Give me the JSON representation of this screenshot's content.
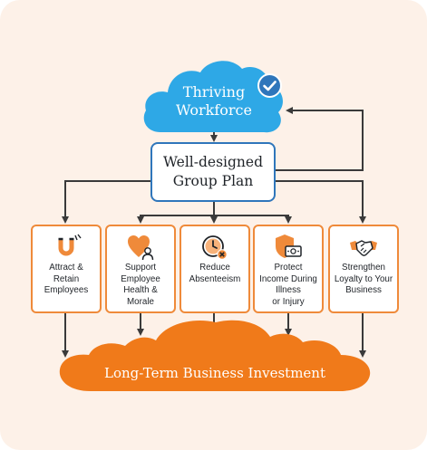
{
  "diagram": {
    "top_cloud_lines": [
      "Thriving",
      "Workforce"
    ],
    "plan_lines": [
      "Well-designed",
      "Group Plan"
    ],
    "benefits": [
      {
        "icon": "magnet-icon",
        "lines": [
          "Attract &",
          "Retain",
          "Employees"
        ]
      },
      {
        "icon": "heart-person-icon",
        "lines": [
          "Support",
          "Employee",
          "Health &",
          "Morale"
        ]
      },
      {
        "icon": "clock-x-icon",
        "lines": [
          "Reduce",
          "Absenteeism"
        ]
      },
      {
        "icon": "shield-cash-icon",
        "lines": [
          "Protect",
          "Income During",
          "Illness",
          "or Injury"
        ]
      },
      {
        "icon": "handshake-icon",
        "lines": [
          "Strengthen",
          "Loyalty to Your",
          "Business"
        ]
      }
    ],
    "bottom_cloud_label": "Long-Term Business Investment"
  },
  "colors": {
    "background": "#fdf1e8",
    "blue": "#2f76bb",
    "cloud_blue": "#2ea8e6",
    "orange": "#ef8a3a",
    "bottom_orange": "#f07a1a",
    "arrow": "#3a3a3a"
  }
}
